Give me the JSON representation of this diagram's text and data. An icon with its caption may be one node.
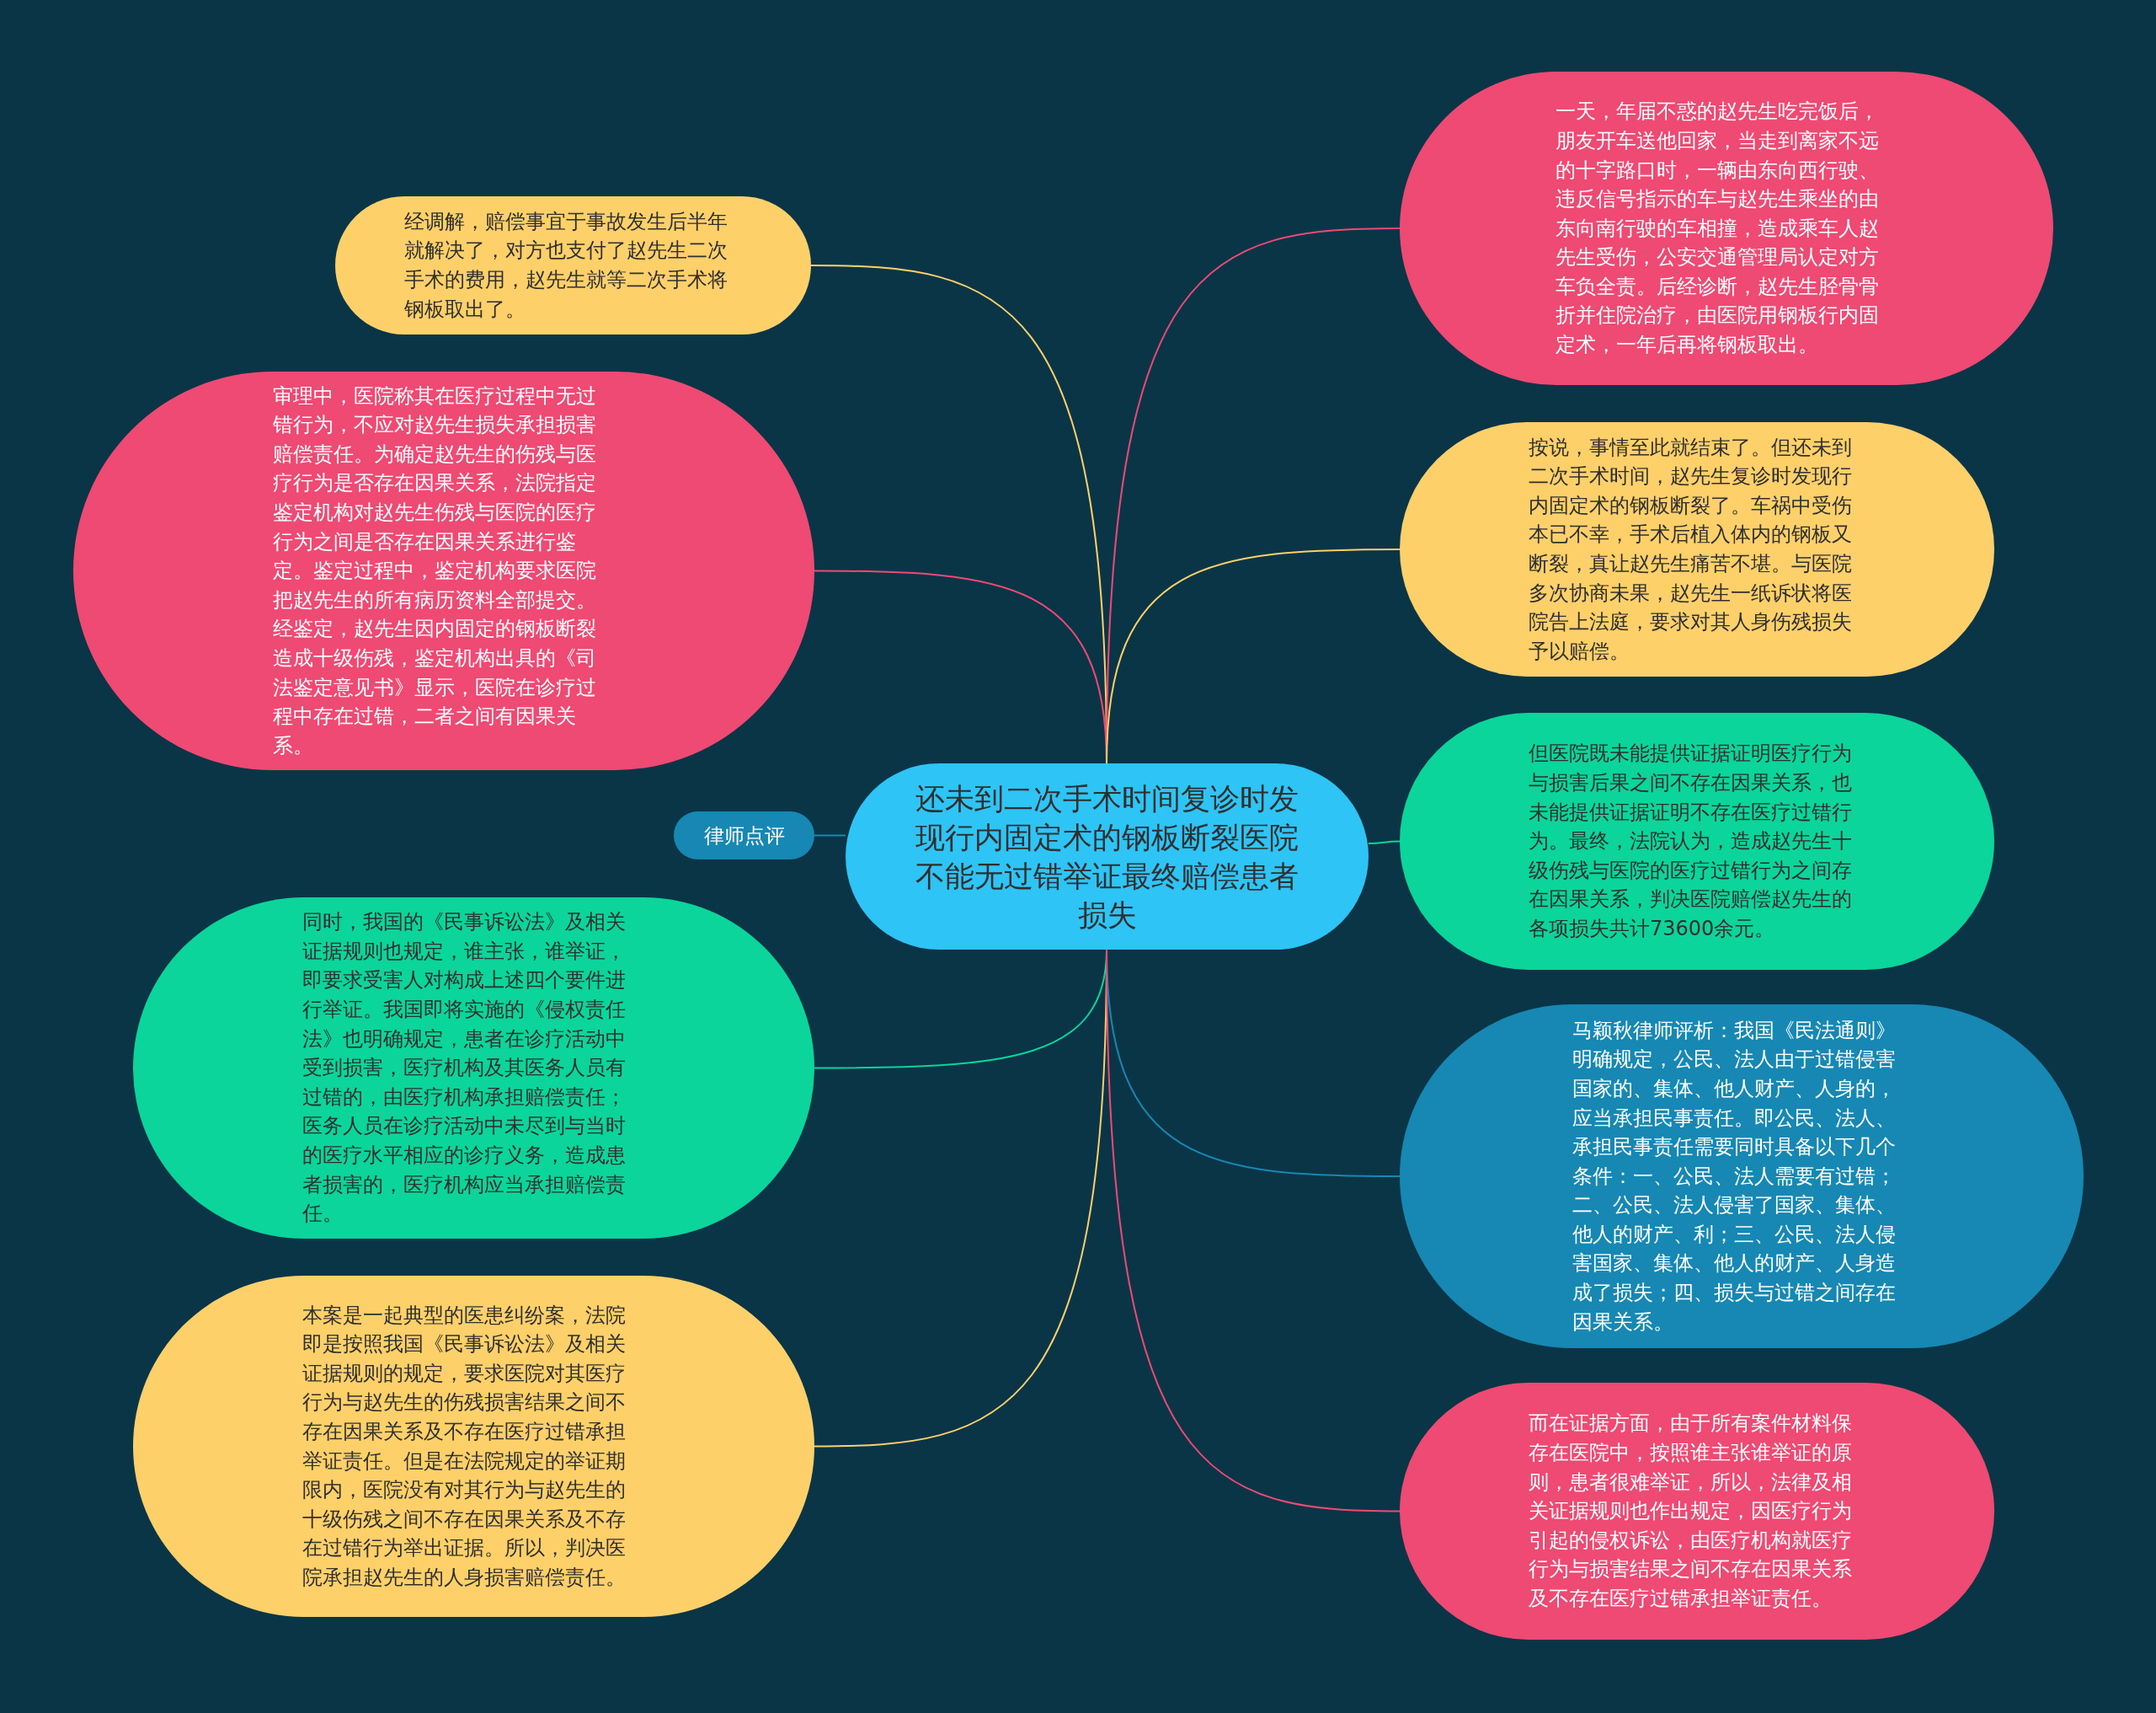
{
  "diagram": {
    "nodes": [
      {
        "text": [
          "还未到二次手术时间复诊时发现行内固定术的钢板断裂医院不能无过错举证最终赔偿患者损失"
        ]
      },
      {
        "text": [
          "律师点评"
        ]
      },
      {
        "text": [
          "经调解，赔偿事宜于事故发生后半年就解决了，对方也支付了赵先生二次手术的费用，赵先生就等二次手术将钢板取出了。"
        ]
      },
      {
        "text": [
          "审理中，医院称其在医疗过程中无过错行为，不应对赵先生损失承担损害赔偿责任。为确定赵先生的伤残与医疗行为是否存在因果关系，法院指定鉴定机构对赵先生伤残与医院的医疗行为之间是否存在因果关系进行鉴定。鉴定过程中，鉴定机构要求医院把赵先生的所有病历资料全部提交。经鉴定，赵先生因内固定的钢板断裂造成十级伤残，鉴定机构出具的《司法鉴定意见书》显示，医院在诊疗过程中存在过错，二者之间有因果关系。"
        ]
      },
      {
        "text": [
          "同时，我国的《民事诉讼法》及相关证据规则也规定，谁主张，谁举证，即要求受害人对构成上述四个要件进行举证。我国即将实施的《侵权责任法》也明确规定，患者在诊疗活动中受到损害，医疗机构及其医务人员有过错的，由医疗机构承担赔偿责任；医务人员在诊疗活动中未尽到与当时的医疗水平相应的诊疗义务，造成患者损害的，医疗机构应当承担赔偿责任。"
        ]
      },
      {
        "text": [
          "本案是一起典型的医患纠纷案，法院即是按照我国《民事诉讼法》及相关证据规则的规定，要求医院对其医疗行为与赵先生的伤残损害结果之间不存在因果关系及不存在医疗过错承担举证责任。但是在法院规定的举证期限内，医院没有对其行为与赵先生的十级伤残之间不存在因果关系及不存在过错行为举出证据。所以，判决医院承担赵先生的人身损害赔偿责任。"
        ]
      },
      {
        "text": [
          "一天，年届不惑的赵先生吃完饭后，朋友开车送他回家，当走到离家不远的十字路口时，一辆由东向西行驶、违反信号指示的车与赵先生乘坐的由东向南行驶的车相撞，造成乘车人赵先生受伤，公安交通管理局认定对方车负全责。后经诊断，赵先生胫骨骨折并住院治疗，由医院用钢板行内固定术，一年后再将钢板取出。"
        ]
      },
      {
        "text": [
          "按说，事情至此就结束了。但还未到二次手术时间，赵先生复诊时发现行内固定术的钢板断裂了。车祸中受伤本已不幸，手术后植入体内的钢板又断裂，真让赵先生痛苦不堪。与医院多次协商未果，赵先生一纸诉状将医院告上法庭，要求对其人身伤残损失予以赔偿。"
        ]
      },
      {
        "text": [
          "但医院既未能提供证据证明医疗行为与损害后果之间不存在因果关系，也未能提供证据证明不存在医疗过错行为。最终，法院认为，造成赵先生十级伤残与医院的医疗过错行为之间存在因果关系，判决医院赔偿赵先生的各项损失共计73600余元。"
        ]
      },
      {
        "text": [
          "马颖秋律师评析：我国《民法通则》明确规定，公民、法人由于过错侵害国家的、集体、他人财产、人身的，应当承担民事责任。即公民、法人、承担民事责任需要同时具备以下几个条件：一、公民、法人需要有过错；二、公民、法人侵害了国家、集体、他人的财产、利；三、公民、法人侵害国家、集体、他人的财产、人身造成了损失；四、损失与过错之间存在因果关系。"
        ]
      },
      {
        "text": [
          "而在证据方面，由于所有案件材料保存在医院中，按照谁主张谁举证的原则，患者很难举证，所以，法律及相关证据规则也作出规定，因医疗行为引起的侵权诉讼，由医疗机构就医疗行为与损害结果之间不存在因果关系及不存在医疗过错承担举证责任。"
        ]
      }
    ],
    "edges": [
      {
        "from": 0,
        "to": 1,
        "arrow": "none",
        "color": "#1688b3"
      },
      {
        "from": 0,
        "to": 2,
        "arrow": "none",
        "color": "#fdd06a"
      },
      {
        "from": 0,
        "to": 3,
        "arrow": "none",
        "color": "#ee4a73"
      },
      {
        "from": 0,
        "to": 4,
        "arrow": "none",
        "color": "#0bd59a"
      },
      {
        "from": 0,
        "to": 5,
        "arrow": "none",
        "color": "#fdd06a"
      },
      {
        "from": 0,
        "to": 6,
        "arrow": "none",
        "color": "#ee4a73"
      },
      {
        "from": 0,
        "to": 7,
        "arrow": "none",
        "color": "#fdd06a"
      },
      {
        "from": 0,
        "to": 8,
        "arrow": "none",
        "color": "#0bd59a"
      },
      {
        "from": 0,
        "to": 9,
        "arrow": "none",
        "color": "#1688b3"
      },
      {
        "from": 0,
        "to": 10,
        "arrow": "none",
        "color": "#ee4a73"
      }
    ]
  }
}
